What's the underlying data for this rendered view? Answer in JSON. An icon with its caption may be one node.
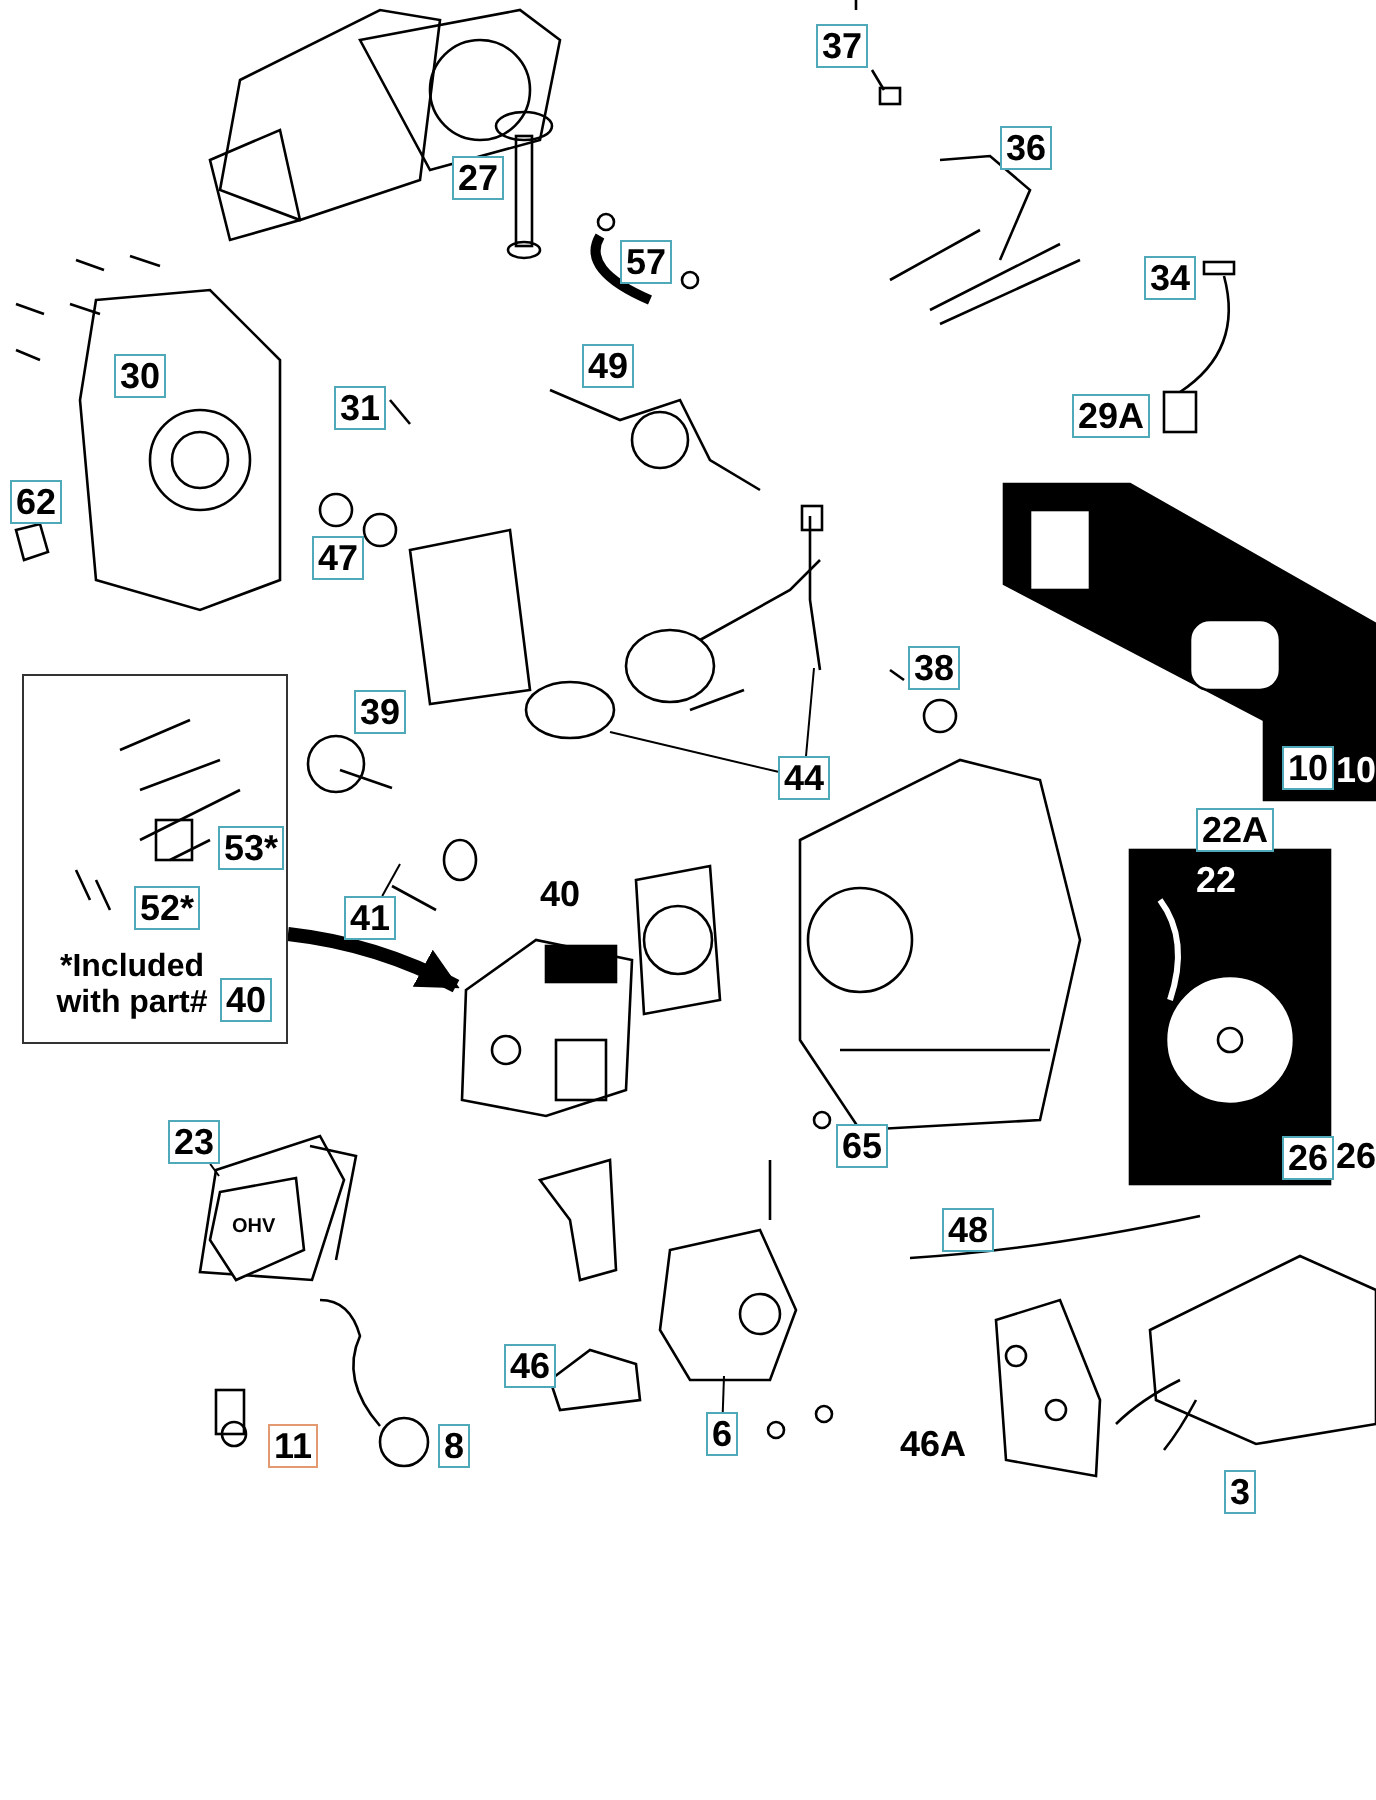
{
  "diagram": {
    "nodes": [
      {
        "text": [
          "37"
        ]
      },
      {
        "text": [
          "36"
        ]
      },
      {
        "text": [
          "27"
        ]
      },
      {
        "text": [
          "57"
        ]
      },
      {
        "text": [
          "34"
        ]
      },
      {
        "text": [
          "49"
        ]
      },
      {
        "text": [
          "30"
        ]
      },
      {
        "text": [
          "31"
        ]
      },
      {
        "text": [
          "29A"
        ]
      },
      {
        "text": [
          "62"
        ]
      },
      {
        "text": [
          "47"
        ]
      },
      {
        "text": [
          "38"
        ]
      },
      {
        "text": [
          "39"
        ]
      },
      {
        "text": [
          "10"
        ],
        "beside": [
          "10"
        ]
      },
      {
        "text": [
          "22A"
        ]
      },
      {
        "text": [
          "*Included with part#"
        ]
      },
      {
        "text": [
          "53*"
        ],
        "in": 15
      },
      {
        "text": [
          "52*"
        ],
        "in": 15
      },
      {
        "text": [
          "40"
        ],
        "in": 15
      },
      {
        "text": [
          "44"
        ]
      },
      {
        "text": [
          "41"
        ]
      },
      {
        "text": [],
        "shape": "picture",
        "beside": [
          "40"
        ]
      },
      {
        "text": [
          "26"
        ],
        "beside": [
          "26"
        ]
      },
      {
        "text": [
          "65"
        ]
      },
      {
        "text": [
          "23"
        ]
      },
      {
        "text": [
          "48"
        ]
      },
      {
        "text": [
          "46"
        ]
      },
      {
        "text": [
          "11"
        ]
      },
      {
        "text": [
          "8"
        ]
      },
      {
        "text": [
          "6"
        ]
      },
      {
        "text": [
          "3"
        ]
      },
      {
        "text": [
          "OHV"
        ]
      }
    ],
    "edges": [
      {
        "from": 15,
        "to": 21,
        "arrow": "to",
        "style": "thick"
      },
      {
        "from": 19,
        "to": null,
        "arrow": "none"
      },
      {
        "from": 19,
        "to": null,
        "arrow": "none"
      },
      {
        "from": 20,
        "to": null,
        "arrow": "none"
      },
      {
        "from": 24,
        "to": 31,
        "arrow": "none"
      },
      {
        "from": 29,
        "to": null,
        "arrow": "none"
      }
    ],
    "labels": [
      "22",
      "46A"
    ]
  }
}
